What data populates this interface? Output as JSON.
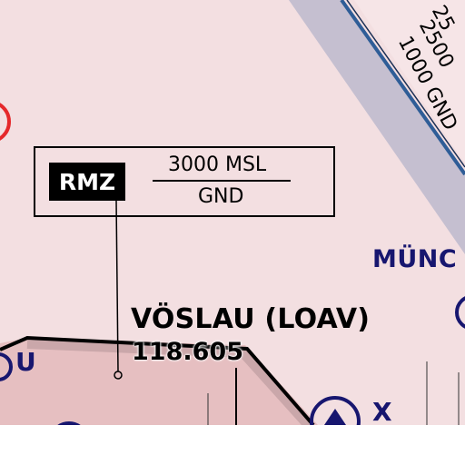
{
  "map": {
    "airport": {
      "name": "VÖSLAU (LOAV)",
      "frequency": "118.605"
    },
    "rmz": {
      "badge": "RMZ",
      "upper_limit": "3000 MSL",
      "lower_limit": "GND"
    },
    "city_label": "MÜNC",
    "reporting_points": [
      {
        "label": "U"
      },
      {
        "label": "X"
      }
    ],
    "corridor_altitudes": {
      "line1": "25",
      "line2": "2500",
      "line3": "1000 GND"
    },
    "colors": {
      "background": "#f3dfe1",
      "airspace_fill": "#e6bfc1",
      "corridor": "#c5bfd0",
      "boundary_blue": "#2f5d97",
      "navy": "#17166f",
      "restricted_red": "#e5282b"
    }
  }
}
